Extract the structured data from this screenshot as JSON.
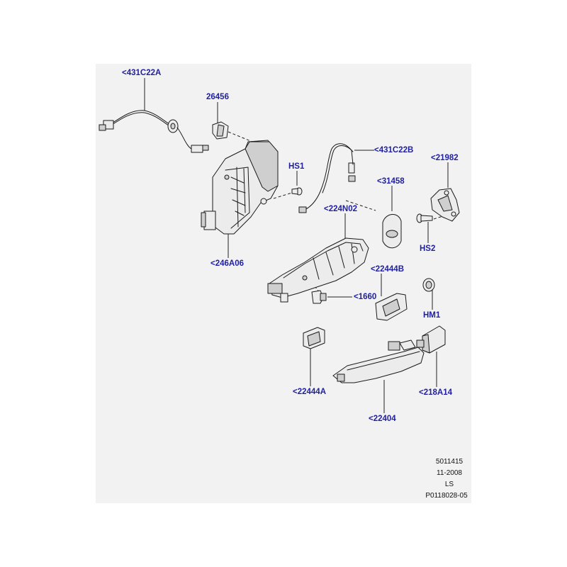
{
  "callouts": {
    "c431c22a": "<431C22A",
    "c26456": "26456",
    "chs1": "HS1",
    "c431c22b": "<431C22B",
    "c21982": "<21982",
    "c31458": "<31458",
    "c224n02": "<224N02",
    "c246a06": "<246A06",
    "chs2": "HS2",
    "c22444b": "<22444B",
    "c1660": "<1660",
    "chm1": "HM1",
    "c22444a": "<22444A",
    "c218a14": "<218A14",
    "c22404": "<22404"
  },
  "reference": {
    "number": "5011415",
    "date": "11-2008",
    "code": "LS",
    "drawing": "P0118028-05"
  },
  "colors": {
    "panel_background": "#f2f2f2",
    "callout_text": "#1f1fa0",
    "line_art": "#1a1a1a"
  }
}
